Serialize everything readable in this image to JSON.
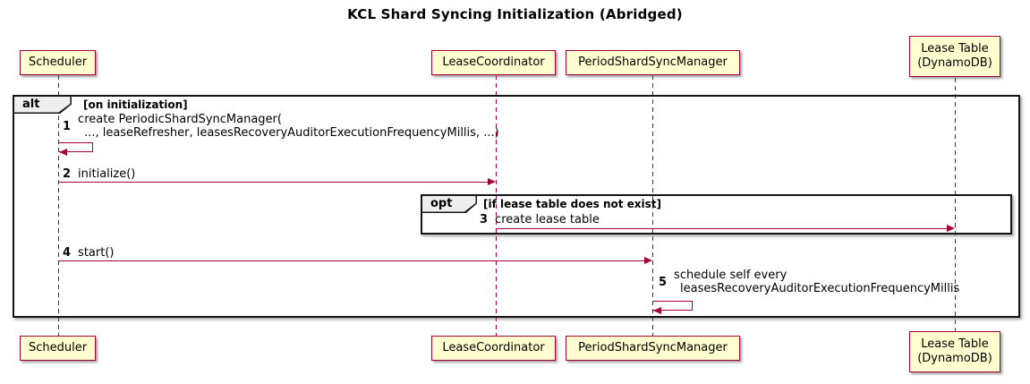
{
  "title": "KCL Shard Syncing Initialization (Abridged)",
  "colors": {
    "participant_fill": "#FEFECE",
    "participant_border": "#A80036",
    "arrow": "#A80036",
    "lifeline": "#A80036",
    "frame_border": "#151515",
    "operator_fill": "#EEEEEE"
  },
  "participants": [
    {
      "id": "scheduler",
      "label": "Scheduler"
    },
    {
      "id": "lease-coordinator",
      "label": "LeaseCoordinator"
    },
    {
      "id": "period-shard-sync-manager",
      "label": "PeriodShardSyncManager"
    },
    {
      "id": "lease-table",
      "label_line1": "Lease Table",
      "label_line2": "(DynamoDB)"
    }
  ],
  "frames": {
    "alt": {
      "operator": "alt",
      "guard": "[on initialization]"
    },
    "opt": {
      "operator": "opt",
      "guard": "[if lease table does not exist]"
    }
  },
  "messages": [
    {
      "num": "1",
      "from": "Scheduler",
      "to": "Scheduler",
      "line1": "create PeriodicShardSyncManager(",
      "line2": "..., leaseRefresher, leasesRecoveryAuditorExecutionFrequencyMillis, ...)"
    },
    {
      "num": "2",
      "from": "Scheduler",
      "to": "LeaseCoordinator",
      "text": "initialize()"
    },
    {
      "num": "3",
      "from": "LeaseCoordinator",
      "to": "Lease Table (DynamoDB)",
      "text": "create lease table"
    },
    {
      "num": "4",
      "from": "Scheduler",
      "to": "PeriodShardSyncManager",
      "text": "start()"
    },
    {
      "num": "5",
      "from": "PeriodShardSyncManager",
      "to": "PeriodShardSyncManager",
      "line1": "schedule self every",
      "line2": "leasesRecoveryAuditorExecutionFrequencyMillis"
    }
  ]
}
